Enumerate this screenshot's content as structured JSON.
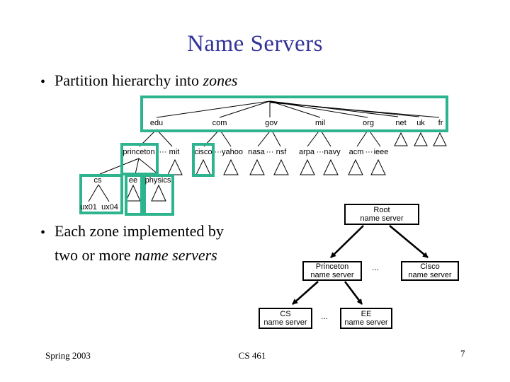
{
  "slide": {
    "title": "Name Servers",
    "bullets": {
      "marker": "•",
      "b1_prefix": "Partition hierarchy into ",
      "b1_italic": "zones",
      "b2_line1": "Each zone implemented by",
      "b2_line2_prefix": "two or more ",
      "b2_line2_italic": "name servers"
    },
    "footer": {
      "left": "Spring 2003",
      "center": "CS 461",
      "page": "7"
    }
  },
  "colors": {
    "zone_outline": "#2db48e",
    "title_text": "#333399",
    "diagram_lines": "#000000",
    "background": "#ffffff"
  },
  "dns_tree": {
    "dots": "···",
    "tld": {
      "edu": "edu",
      "com": "com",
      "gov": "gov",
      "mil": "mil",
      "org": "org",
      "net": "net",
      "uk": "uk",
      "fr": "fr"
    },
    "second": {
      "princeton": "princeton",
      "mit": "mit",
      "cisco": "cisco",
      "yahoo": "yahoo",
      "nasa": "nasa",
      "nsf": "nsf",
      "arpa": "arpa",
      "navy": "navy",
      "acm": "acm",
      "ieee": "ieee"
    },
    "third": {
      "cs": "cs",
      "ee": "ee",
      "physics": "physics"
    },
    "hosts": {
      "ux01": "ux01",
      "ux04": "ux04"
    }
  },
  "ns_tree": {
    "ellipsis": "...",
    "root_line1": "Root",
    "root_line2": "name server",
    "princeton_line1": "Princeton",
    "princeton_line2": "name server",
    "cisco_line1": "Cisco",
    "cisco_line2": "name server",
    "cs_line1": "CS",
    "cs_line2": "name server",
    "ee_line1": "EE",
    "ee_line2": "name server"
  }
}
